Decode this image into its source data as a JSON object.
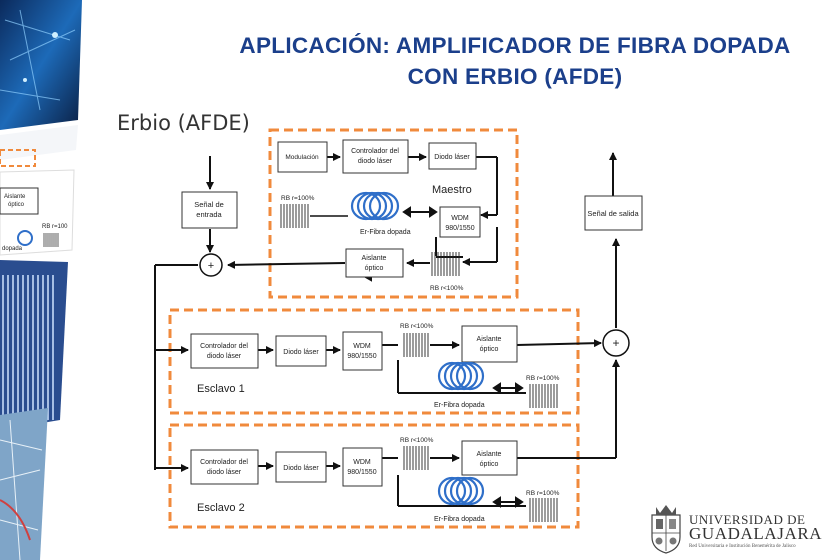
{
  "slide": {
    "title_line1": "APLICACIÓN: AMPLIFICADOR DE FIBRA DOPADA",
    "title_line2": "CON ERBIO (AFDE)",
    "heading": "Erbio (AFDE)"
  },
  "left_strip": {
    "label1": "Aislante",
    "label2": "óptico",
    "label3": "RB r=100",
    "label4": "dopada"
  },
  "diagram": {
    "input_signal_l1": "Señal de",
    "input_signal_l2": "entrada",
    "output_signal": "Señal de salida",
    "sum_symbol": "+",
    "master": {
      "modulation": "Modulación",
      "controller_l1": "Controlador del",
      "controller_l2": "diodo láser",
      "laser_diode": "Diodo láser",
      "name": "Maestro",
      "rb_top": "RB r=100%",
      "fiber": "Er-Fibra dopada",
      "wdm_l1": "WDM",
      "wdm_l2": "980/1550",
      "isolator_l1": "Aislante",
      "isolator_l2": "óptico",
      "rb_bottom": "RB r<100%"
    },
    "slave1": {
      "controller_l1": "Controlador del",
      "controller_l2": "diodo láser",
      "laser_diode": "Diodo láser",
      "wdm_l1": "WDM",
      "wdm_l2": "980/1550",
      "rb_low": "RB r<100%",
      "isolator_l1": "Aislante",
      "isolator_l2": "óptico",
      "name": "Esclavo 1",
      "rb_high": "RB r=100%",
      "fiber": "Er-Fibra dopada"
    },
    "slave2": {
      "controller_l1": "Controlador del",
      "controller_l2": "diodo láser",
      "laser_diode": "Diodo láser",
      "wdm_l1": "WDM",
      "wdm_l2": "980/1550",
      "rb_low": "RB r<100%",
      "isolator_l1": "Aislante",
      "isolator_l2": "óptico",
      "name": "Esclavo 2",
      "rb_high": "RB r=100%",
      "fiber": "Er-Fibra dopada"
    }
  },
  "logo": {
    "line1": "UNIVERSIDAD DE",
    "line2": "GUADALAJARA",
    "line3": "Red Universitaria e Institución Benemérita de Jalisco"
  },
  "colors": {
    "title": "#1b3f8b",
    "dashed_border": "#f08a3c",
    "fiber": "#2f6fc9"
  }
}
